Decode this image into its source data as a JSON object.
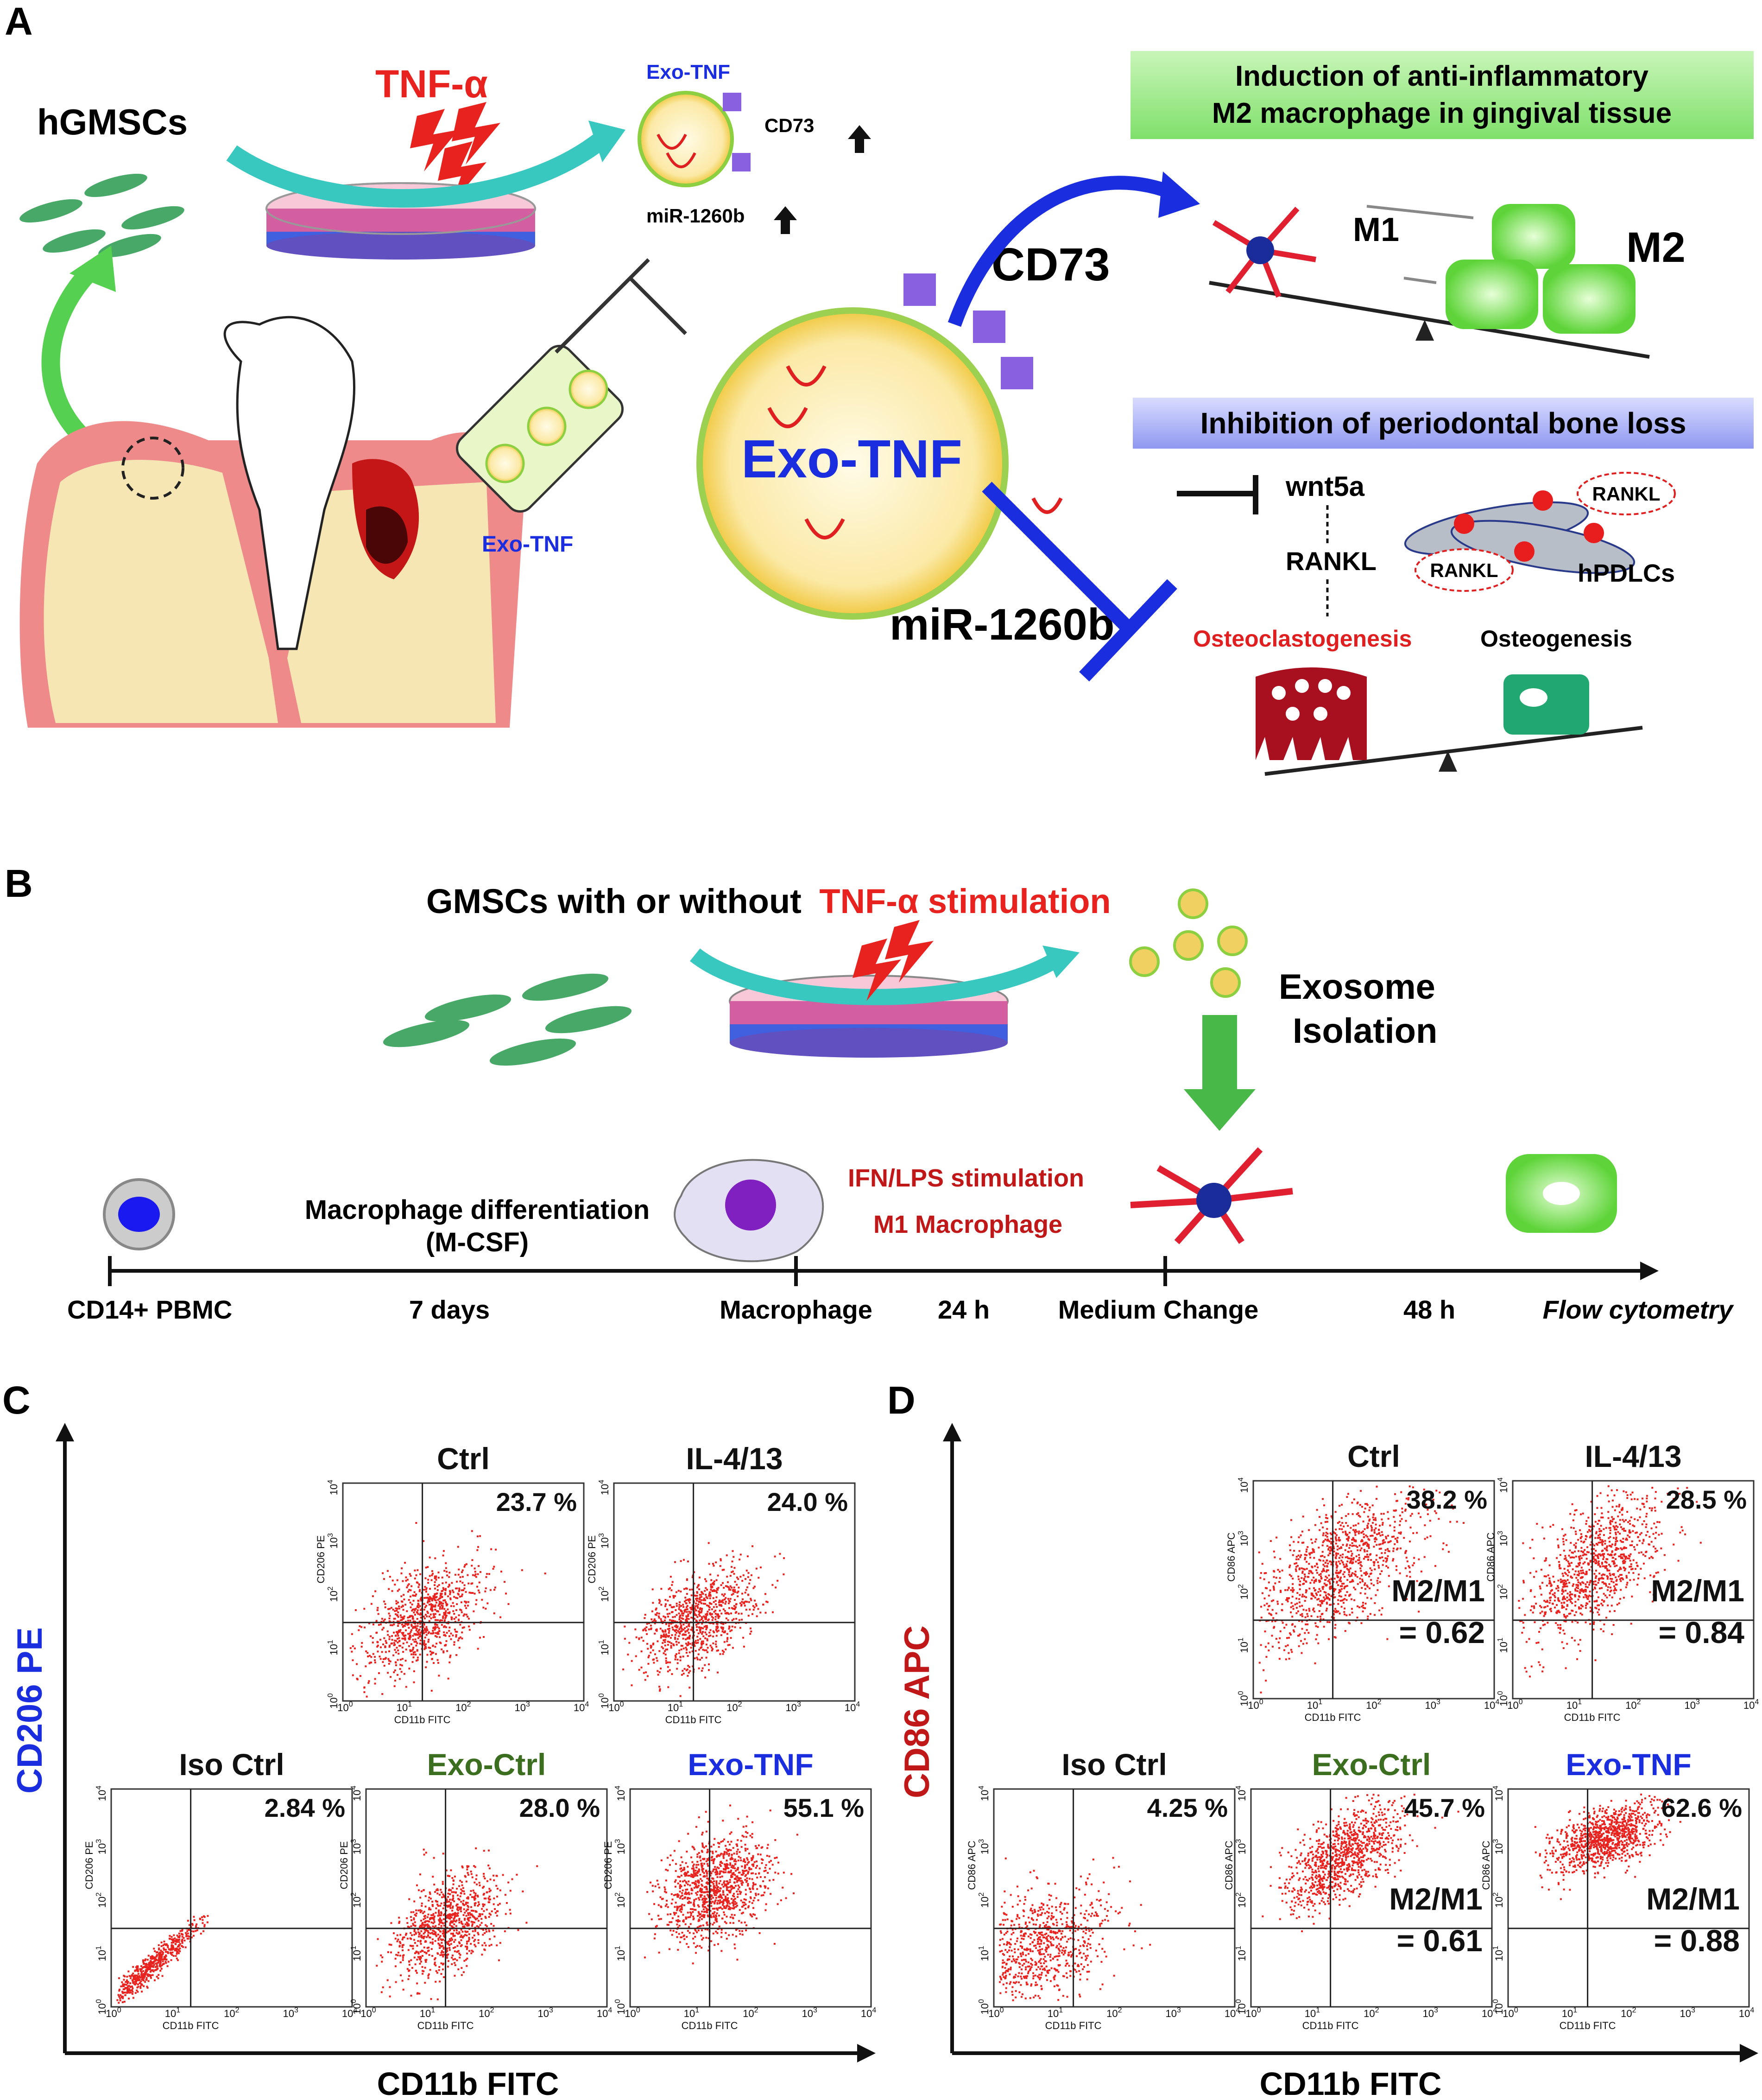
{
  "colors": {
    "red": "#e8231f",
    "blue": "#1a2ee0",
    "green": "#3b6e1f",
    "darkred": "#c01818",
    "m1": "#e02030",
    "m2": "#7ee05a",
    "exo": "#f4d35a"
  },
  "panel_a": {
    "letter": "A",
    "hgmscs": "hGMSCs",
    "tnf": "TNF-α",
    "exo_tnf_small": "Exo-TNF",
    "cd73_small": "CD73",
    "mir_small": "miR-1260b",
    "exo_tnf_syringe": "Exo-TNF",
    "exo_tnf_big": "Exo-TNF",
    "cd73_big": "CD73",
    "mir_big": "miR-1260b",
    "box1_line1": "Induction of anti-inflammatory",
    "box1_line2": "M2 macrophage in gingival tissue",
    "m1": "M1",
    "m2": "M2",
    "box2": "Inhibition of periodontal bone loss",
    "wnt5a": "wnt5a",
    "rankl": "RANKL",
    "rankl_a": "RANKL",
    "rankl_b": "RANKL",
    "hpdlcs": "hPDLCs",
    "osteoclasto": "Osteoclastogenesis",
    "osteogenesis": "Osteogenesis"
  },
  "panel_b": {
    "letter": "B",
    "title_black": "GMSCs with or without",
    "title_red": "TNF-α stimulation",
    "exosome_l1": "Exosome",
    "exosome_l2": "Isolation",
    "diff_l1": "Macrophage differentiation",
    "diff_l2": "(M-CSF)",
    "ifn": "IFN/LPS stimulation",
    "m1mac": "M1 Macrophage",
    "timeline": {
      "cd14": "CD14+ PBMC",
      "days": "7 days",
      "macrophage": "Macrophage",
      "h24": "24 h",
      "medium": "Medium Change",
      "h48": "48 h",
      "flow": "Flow cytometry"
    }
  },
  "panel_c": {
    "letter": "C",
    "ylabel": "CD206 PE",
    "xlabel": "CD11b FITC",
    "plots": [
      {
        "title": "Ctrl",
        "pct": "23.7 %",
        "ylab": "CD206 PE",
        "xlab": "CD11b FITC"
      },
      {
        "title": "IL-4/13",
        "pct": "24.0 %",
        "ylab": "CD206 PE",
        "xlab": "CD11b FITC"
      },
      {
        "title": "Iso Ctrl",
        "pct": "2.84 %",
        "ylab": "CD206 PE",
        "xlab": "CD11b FITC"
      },
      {
        "title": "Exo-Ctrl",
        "pct": "28.0 %",
        "ylab": "CD206 PE",
        "xlab": "CD11b FITC"
      },
      {
        "title": "Exo-TNF",
        "pct": "55.1 %",
        "ylab": "CD206 PE",
        "xlab": "CD11b FITC"
      }
    ]
  },
  "panel_d": {
    "letter": "D",
    "ylabel": "CD86 APC",
    "xlabel": "CD11b FITC",
    "ratio_label": "M2/M1",
    "plots": [
      {
        "title": "Ctrl",
        "pct": "38.2 %",
        "ratio": "= 0.62",
        "ylab": "CD86 APC",
        "xlab": "CD11b FITC"
      },
      {
        "title": "IL-4/13",
        "pct": "28.5 %",
        "ratio": "= 0.84",
        "ylab": "CD86 APC",
        "xlab": "CD11b FITC"
      },
      {
        "title": "Iso Ctrl",
        "pct": "4.25 %",
        "ratio": "",
        "ylab": "CD86 APC",
        "xlab": "CD11b FITC"
      },
      {
        "title": "Exo-Ctrl",
        "pct": "45.7 %",
        "ratio": "= 0.61",
        "ylab": "CD86 APC",
        "xlab": "CD11b FITC"
      },
      {
        "title": "Exo-TNF",
        "pct": "62.6 %",
        "ratio": "= 0.88",
        "ylab": "CD86 APC",
        "xlab": "CD11b FITC"
      }
    ]
  },
  "ticks": {
    "t0": "0",
    "t1": "1",
    "t2": "2",
    "t3": "3",
    "t4": "4",
    "base": "10"
  }
}
